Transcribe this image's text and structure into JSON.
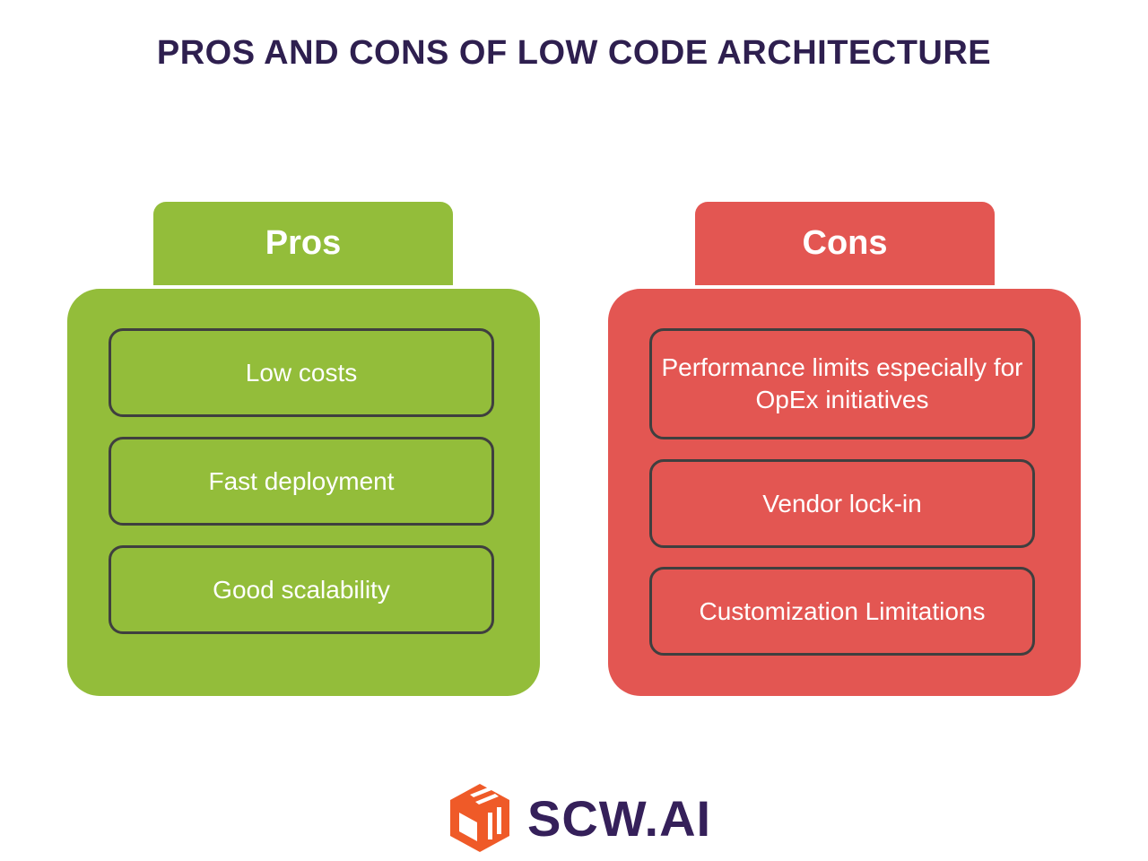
{
  "title": "PROS AND CONS OF LOW CODE ARCHITECTURE",
  "pros": {
    "label": "Pros",
    "color": "#93bd3a",
    "items": [
      "Low costs",
      "Fast deployment",
      "Good scalability"
    ]
  },
  "cons": {
    "label": "Cons",
    "color": "#e35652",
    "items": [
      "Performance limits especially for OpEx initiatives",
      "Vendor lock-in",
      "Customization Limitations"
    ]
  },
  "logo": {
    "text": "SCW.AI",
    "icon": "box-icon"
  }
}
